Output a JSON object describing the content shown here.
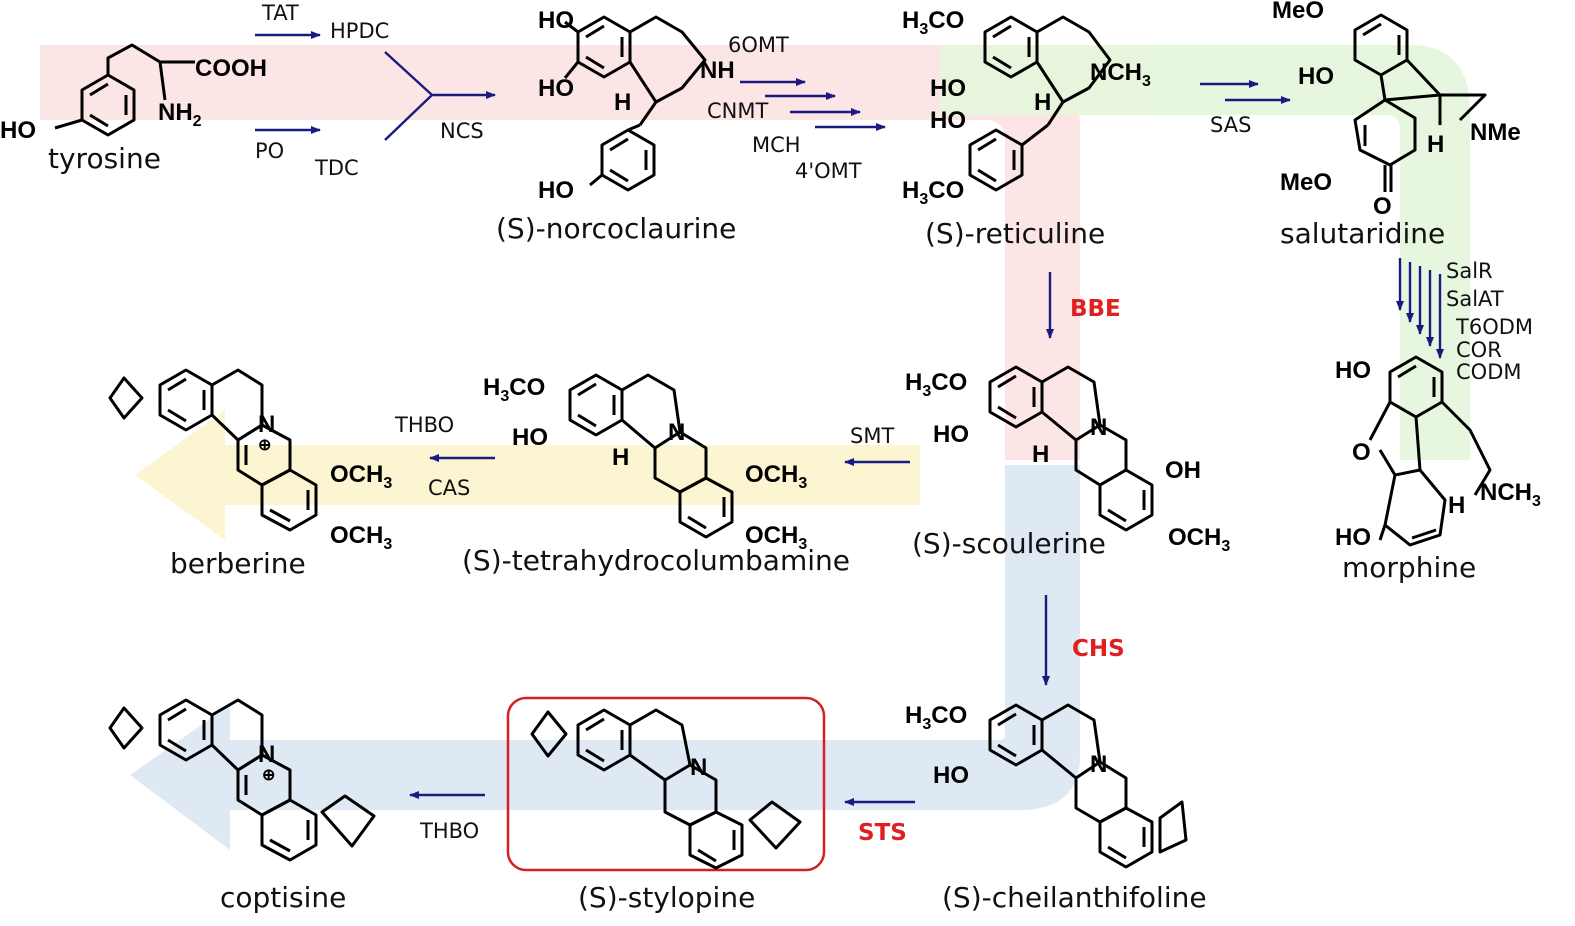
{
  "compounds": {
    "tyrosine": "tyrosine",
    "norcoclaurine": "(S)-norcoclaurine",
    "reticuline": "(S)-reticuline",
    "salutaridine": "salutaridine",
    "morphine": "morphine",
    "scoulerine": "(S)-scoulerine",
    "tetrahydrocolumbamine": "(S)-tetrahydrocolumbamine",
    "berberine": "berberine",
    "cheilanthifoline": "(S)-cheilanthifoline",
    "stylopine": "(S)-stylopine",
    "coptisine": "coptisine"
  },
  "enzymes": {
    "tat": "TAT",
    "hpdc": "HPDC",
    "po": "PO",
    "tdc": "TDC",
    "ncs": "NCS",
    "omt6": "6OMT",
    "cnmt": "CNMT",
    "mch": "MCH",
    "omt4": "4'OMT",
    "sas": "SAS",
    "salr": "SalR",
    "salat": "SalAT",
    "t6odm": "T6ODM",
    "cor": "COR",
    "codm": "CODM",
    "bbe": "BBE",
    "smt": "SMT",
    "thbo1": "THBO",
    "cas": "CAS",
    "chs": "CHS",
    "sts": "STS",
    "thbo2": "THBO"
  },
  "atoms": {
    "cooh": "COOH",
    "nh2": "NH",
    "nh2sub": "2",
    "ho": "HO",
    "nh": "NH",
    "h": "H",
    "h3co": "H",
    "h3co_sub": "3",
    "h3co_rest": "CO",
    "nch3": "NCH",
    "nch3_sub": "3",
    "meo": "MeO",
    "nme": "NMe",
    "o": "O",
    "n": "N",
    "och3": "OCH",
    "och3_sub": "3",
    "oh": "OH",
    "plus": "⊕"
  },
  "colors": {
    "arrow": "#1a1a80",
    "highlight_text": "#e02020",
    "stylopine_box": "#d42020",
    "band_pink": "#fce4e4",
    "band_green": "#e6f5dc",
    "band_yellow": "#fbf6cf",
    "band_blue": "#dde8f3"
  }
}
